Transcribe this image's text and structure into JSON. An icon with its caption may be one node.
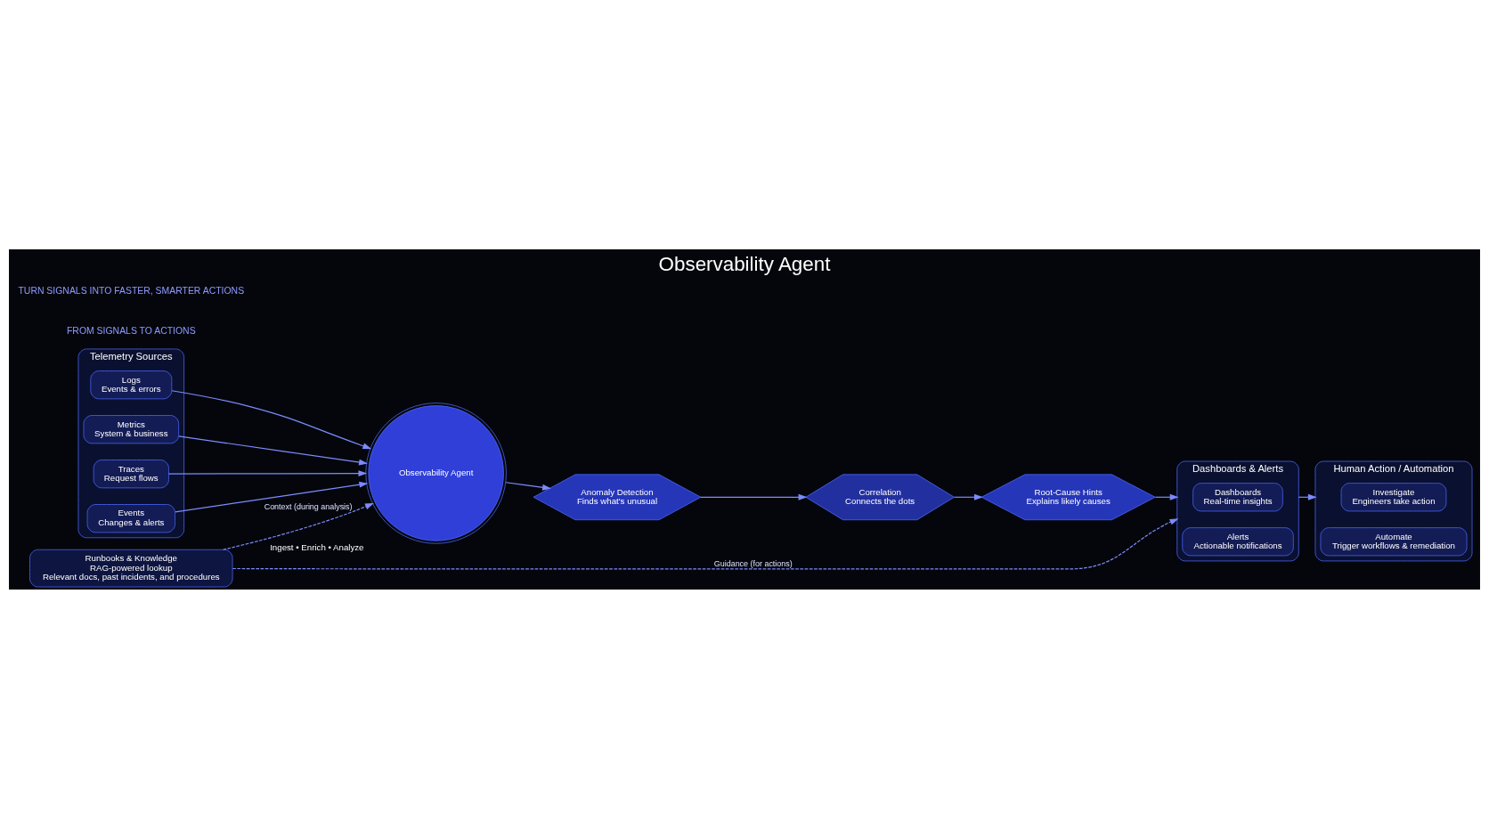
{
  "diagram": {
    "title": "Observability Agent",
    "nodes": [
      {
        "text": [
          "Telemetry Sources"
        ]
      },
      {
        "text": [
          "Logs",
          "Events & errors"
        ],
        "in": 0
      },
      {
        "text": [
          "Metrics",
          "System & business"
        ],
        "in": 0
      },
      {
        "text": [
          "Traces",
          "Request flows"
        ],
        "in": 0
      },
      {
        "text": [
          "Events",
          "Changes & alerts"
        ],
        "in": 0
      },
      {
        "text": [
          "Observability Agent"
        ],
        "beside": [
          "Ingest • Enrich • Analyze"
        ]
      },
      {
        "text": [
          "Anomaly Detection",
          "Finds what's unusual"
        ]
      },
      {
        "text": [
          "Correlation",
          "Connects the dots"
        ]
      },
      {
        "text": [
          "Root-Cause Hints",
          "Explains likely causes"
        ]
      },
      {
        "text": [
          "Dashboards & Alerts"
        ]
      },
      {
        "text": [
          "Dashboards",
          "Real-time insights"
        ],
        "in": 9
      },
      {
        "text": [
          "Alerts",
          "Actionable notifications"
        ],
        "in": 9
      },
      {
        "text": [
          "Human Action / Automation"
        ]
      },
      {
        "text": [
          "Investigate",
          "Engineers take action"
        ],
        "in": 12
      },
      {
        "text": [
          "Automate",
          "Trigger workflows & remediation"
        ],
        "in": 12
      },
      {
        "text": [
          "Runbooks & Knowledge",
          "RAG-powered lookup",
          "Relevant docs, past incidents, and procedures"
        ]
      }
    ],
    "edges": [
      {
        "from": 1,
        "to": 5,
        "arrow": "to"
      },
      {
        "from": 2,
        "to": 5,
        "arrow": "to"
      },
      {
        "from": 3,
        "to": 5,
        "arrow": "to"
      },
      {
        "from": 4,
        "to": 5,
        "arrow": "to"
      },
      {
        "from": 5,
        "to": 6,
        "arrow": "to"
      },
      {
        "from": 6,
        "to": 7,
        "arrow": "to"
      },
      {
        "from": 7,
        "to": 8,
        "arrow": "to"
      },
      {
        "from": 8,
        "to": 9,
        "arrow": "to"
      },
      {
        "from": 9,
        "to": 12,
        "arrow": "to"
      },
      {
        "from": 15,
        "to": 5,
        "arrow": "to",
        "label": "Context (during analysis)",
        "style": "dashed"
      },
      {
        "from": 15,
        "to": 9,
        "arrow": "to",
        "label": "Guidance (for actions)",
        "style": "dashed"
      }
    ],
    "labels": [
      "FROM SIGNALS TO ACTIONS",
      "TURN SIGNALS INTO FASTER, SMARTER ACTIONS"
    ]
  }
}
